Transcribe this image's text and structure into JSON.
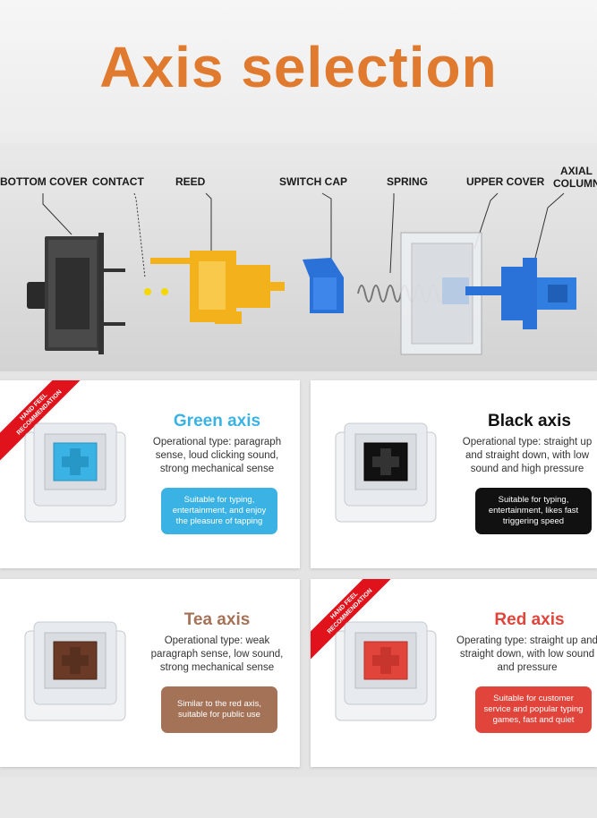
{
  "headline": "Axis selection",
  "colors": {
    "headline": "#e07a2e",
    "green_axis": "#3bb2e4",
    "black_axis": "#111111",
    "tea_axis": "#a47257",
    "red_axis": "#e0443a",
    "ribbon": "#e0121b"
  },
  "exploded_view": {
    "labels": {
      "bottom_cover": "BOTTOM COVER",
      "contact": "CONTACT",
      "reed": "REED",
      "switch_cap": "SWITCH CAP",
      "spring": "SPRING",
      "upper_cover": "UPPER COVER",
      "axial_line1": "AXIAL",
      "axial_line2": "COLUMN"
    }
  },
  "ribbon": {
    "line1": "HAND FEEL",
    "line2": "RECOMMENDATION"
  },
  "cards": [
    {
      "title": "Green axis",
      "description": "Operational type: paragraph sense, loud clicking sound, strong mechanical sense",
      "tag": "Suitable for typing, entertainment, and enjoy the pleasure of tapping",
      "stem_color": "#3bb2e4"
    },
    {
      "title": "Black axis",
      "description": "Operational type: straight up and straight down, with low sound and high pressure",
      "tag": "Suitable for typing, entertainment, likes fast triggering speed",
      "stem_color": "#111111"
    },
    {
      "title": "Tea axis",
      "description": "Operational type: weak paragraph sense, low sound, strong mechanical sense",
      "tag": "Similar to the red axis, suitable for public use",
      "stem_color": "#6b3a26"
    },
    {
      "title": "Red axis",
      "description": "Operating type: straight up and straight down, with low sound and pressure",
      "tag": "Suitable for customer service and popular typing games, fast and quiet",
      "stem_color": "#e0443a"
    }
  ]
}
